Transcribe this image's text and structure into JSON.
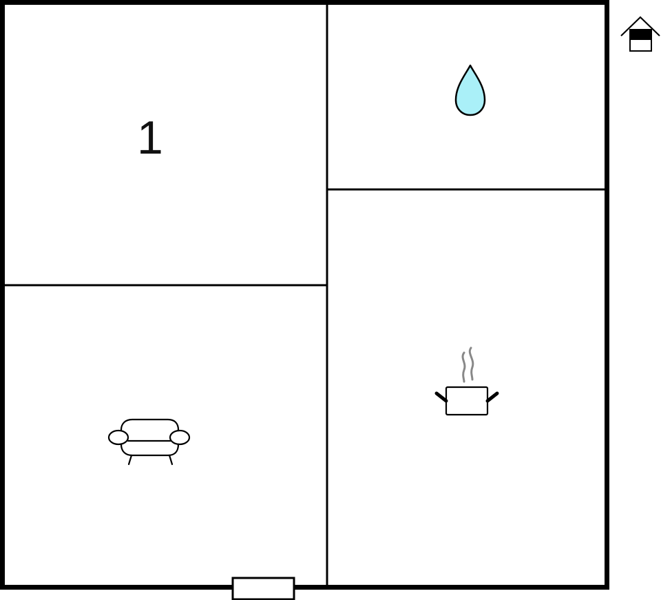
{
  "floorplan": {
    "wall_color": "#000000",
    "background": "#ffffff",
    "rooms": [
      {
        "id": "bedroom",
        "label": "1",
        "icon": "none"
      },
      {
        "id": "bathroom",
        "label": "",
        "icon": "water-drop-icon",
        "icon_fill": "#aaf0f8"
      },
      {
        "id": "living-room",
        "label": "",
        "icon": "sofa-icon"
      },
      {
        "id": "kitchen",
        "label": "",
        "icon": "cooking-pot-icon",
        "steam_color": "#888888"
      }
    ],
    "entrance": {
      "icon": "house-entrance-icon"
    },
    "door": {
      "position": "bottom-wall"
    }
  }
}
